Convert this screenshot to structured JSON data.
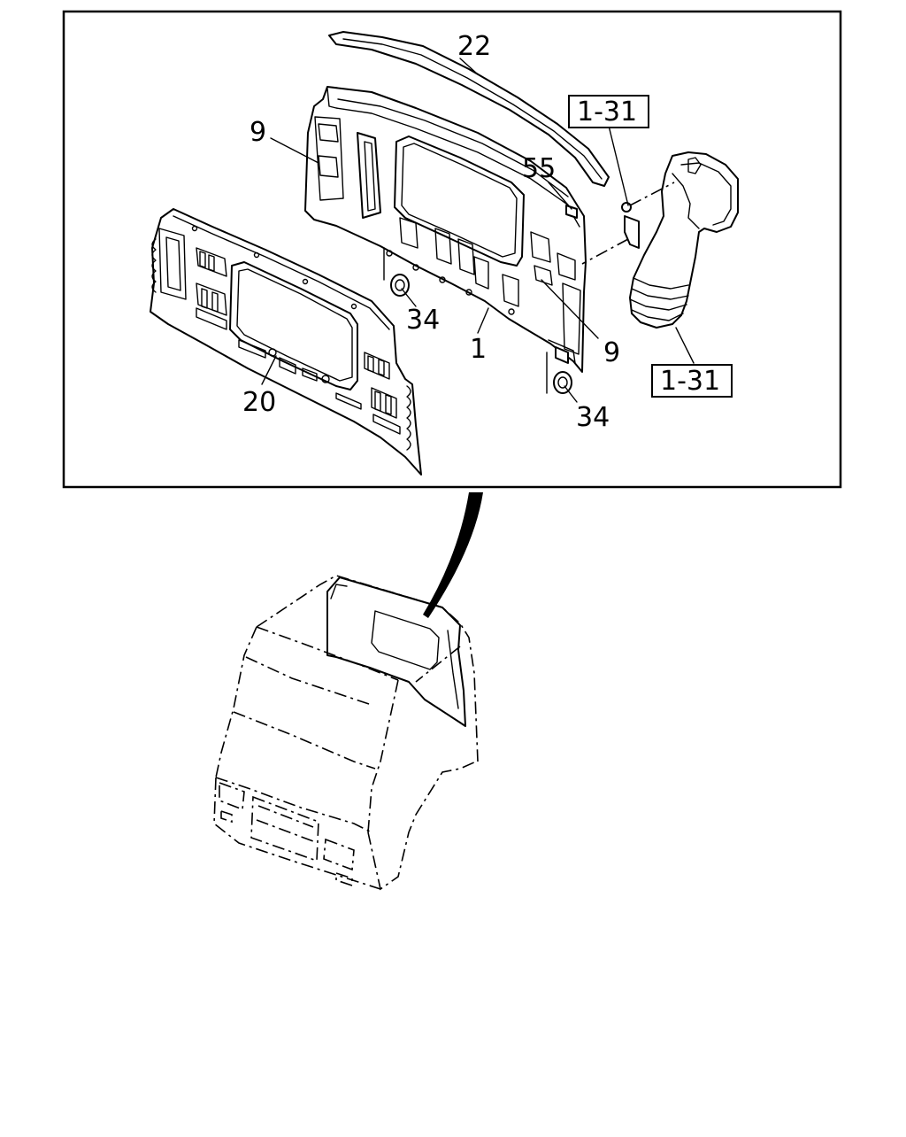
{
  "diagram": {
    "callouts": {
      "panel_upper": "1",
      "bracket_left": "9",
      "bracket_right": "9",
      "outer_panel": "20",
      "seal_strip": "22",
      "grommet_left": "34",
      "grommet_right": "34",
      "clip": "55",
      "ref_upper": "1-31",
      "ref_lower": "1-31"
    },
    "colors": {
      "line": "#000000",
      "background": "#ffffff",
      "pointer_fill": "#000000"
    }
  }
}
